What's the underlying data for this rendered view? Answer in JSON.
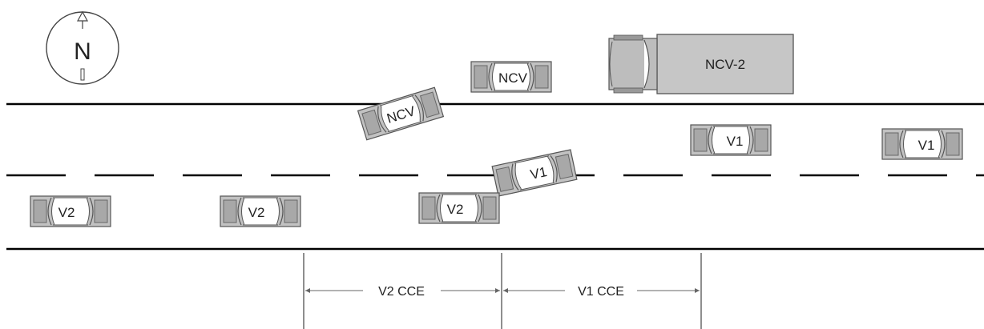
{
  "compass": {
    "letter": "N",
    "icon": "north-arrow-icon"
  },
  "vehicles": [
    {
      "id": "ncv-top",
      "label": "NCV"
    },
    {
      "id": "ncv-angled",
      "label": "NCV"
    },
    {
      "id": "ncv2-truck",
      "label": "NCV-2"
    },
    {
      "id": "v1-far",
      "label": "V1"
    },
    {
      "id": "v1-mid",
      "label": "V1"
    },
    {
      "id": "v1-angled",
      "label": "V1"
    },
    {
      "id": "v2-left",
      "label": "V2"
    },
    {
      "id": "v2-mid",
      "label": "V2"
    },
    {
      "id": "v2-impact",
      "label": "V2"
    }
  ],
  "dimensions": {
    "v2_cce": "V2 CCE",
    "v1_cce": "V1 CCE"
  },
  "colors": {
    "vehicle_fill": "#c0c0c0",
    "vehicle_dark": "#8c8c8c",
    "line": "#000000"
  }
}
